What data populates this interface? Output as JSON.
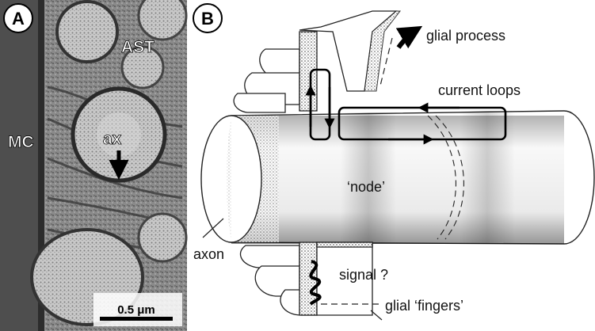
{
  "panel_a": {
    "badge": "A",
    "labels": {
      "ast": "AST",
      "mc": "MC",
      "ax": "ax"
    },
    "scale_bar": "0.5 μm"
  },
  "panel_b": {
    "badge": "B",
    "labels": {
      "glial_process": "glial process",
      "current_loops": "current loops",
      "node": "‘node’",
      "axon": "axon",
      "signal": "signal ?",
      "glial_fingers": "glial ‘fingers’"
    }
  }
}
